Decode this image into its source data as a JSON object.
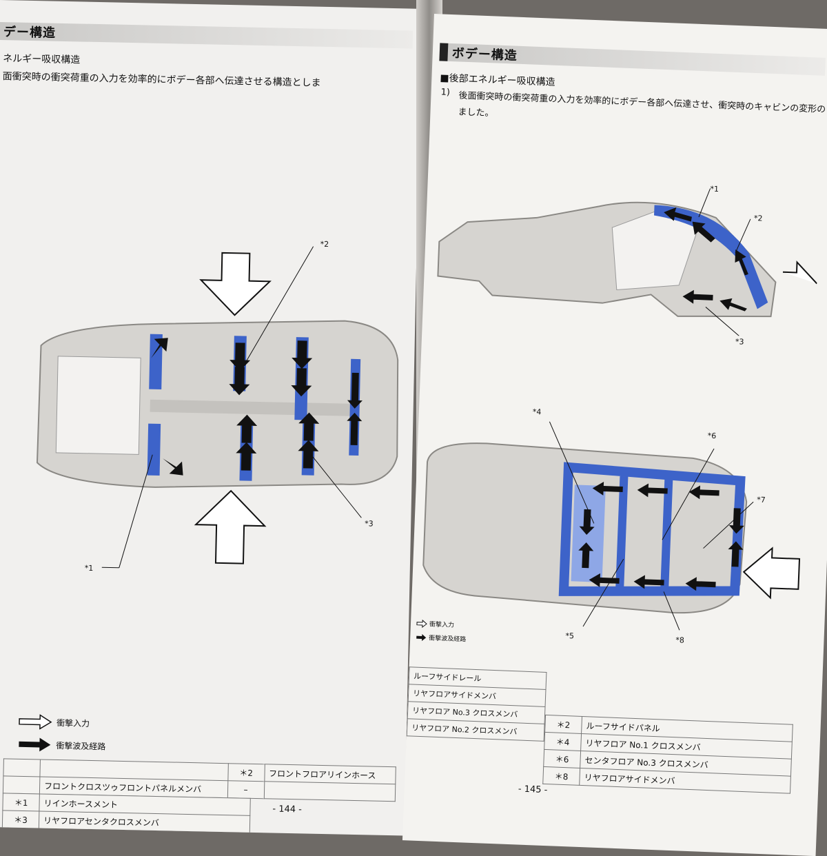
{
  "left": {
    "title": "デー構造",
    "section": "ネルギー吸収構造",
    "description": "面衝突時の衝突荷重の入力を効率的にボデー各部へ伝達させる構造としま",
    "callouts": {
      "c1": "*1",
      "c2": "*2",
      "c3": "*3"
    },
    "legend": {
      "input": "衝撃入力",
      "path": "衝撃波及経路"
    },
    "table": {
      "row_a": {
        "num": "",
        "name": "",
        "num2": "＊2",
        "name2": "フロントフロアリインホース"
      },
      "row_b": {
        "num": "",
        "name": "フロントクロスツゥフロントパネルメンバ",
        "num2": "–",
        "name2": ""
      },
      "row_c": {
        "num": "＊1",
        "name": "リインホースメント"
      },
      "row_d": {
        "num": "＊3",
        "name": "リヤフロアセンタクロスメンバ"
      }
    },
    "page_number": "- 144 -"
  },
  "right": {
    "title": "ボデー構造",
    "section": "■後部エネルギー吸収構造",
    "item_marker": "1)",
    "desc_line1": "後面衝突時の衝突荷重の入力を効率的にボデー各部へ伝達させ、衝突時のキャビンの変形の",
    "desc_line2": "ました。",
    "callouts": {
      "c1": "*1",
      "c2": "*2",
      "c3": "*3",
      "c4": "*4",
      "c5": "*5",
      "c6": "*6",
      "c7": "*7",
      "c8": "*8"
    },
    "legend": {
      "input": "衝撃入力",
      "path": "衝撃波及経路"
    },
    "table_left": [
      "ルーフサイドレール",
      "リヤフロアサイドメンバ",
      "リヤフロア No.3 クロスメンバ",
      "リヤフロア No.2 クロスメンバ"
    ],
    "table_right": [
      {
        "num": "＊2",
        "name": "ルーフサイドパネル"
      },
      {
        "num": "＊4",
        "name": "リヤフロア No.1 クロスメンバ"
      },
      {
        "num": "＊6",
        "name": "センタフロア No.3 クロスメンバ"
      },
      {
        "num": "＊8",
        "name": "リヤフロアサイドメンバ"
      }
    ],
    "page_number": "- 145 -"
  },
  "colors": {
    "accent_blue": "#3d63c9",
    "arrow_black": "#111111",
    "body_gray": "#d6d4d0"
  }
}
